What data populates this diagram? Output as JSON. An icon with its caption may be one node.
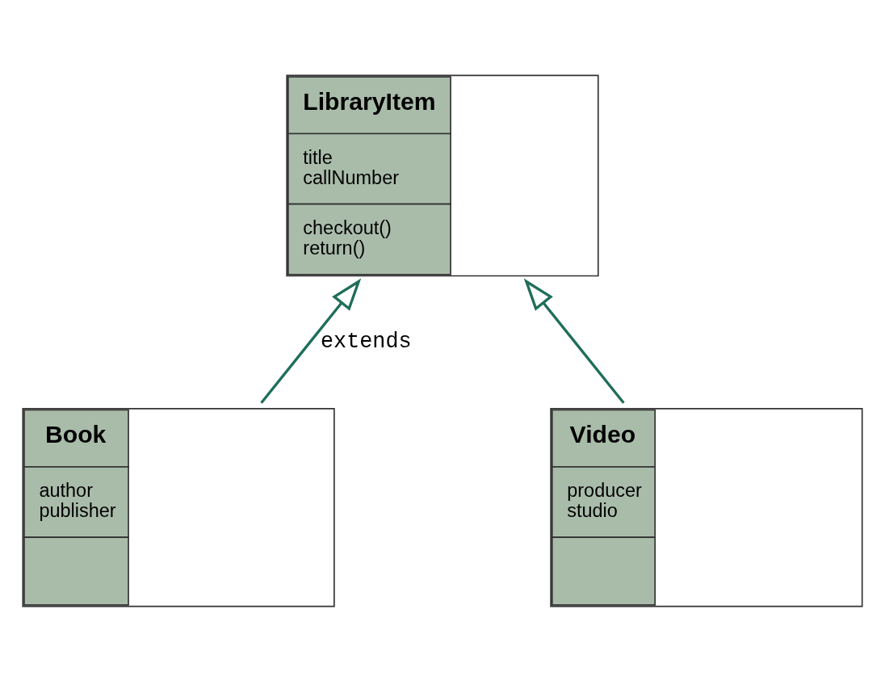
{
  "diagram": {
    "nodes": [
      {
        "text": [
          "LibraryItem",
          "title",
          "callNumber",
          "checkout()",
          "return()"
        ]
      },
      {
        "text": [
          "Book",
          "author",
          "publisher"
        ]
      },
      {
        "text": [
          "Video",
          "producer",
          "studio"
        ]
      }
    ],
    "edges": [
      {
        "from": 1,
        "to": 0,
        "arrow": "to",
        "label": "extends"
      },
      {
        "from": 2,
        "to": 0,
        "arrow": "to"
      }
    ]
  }
}
